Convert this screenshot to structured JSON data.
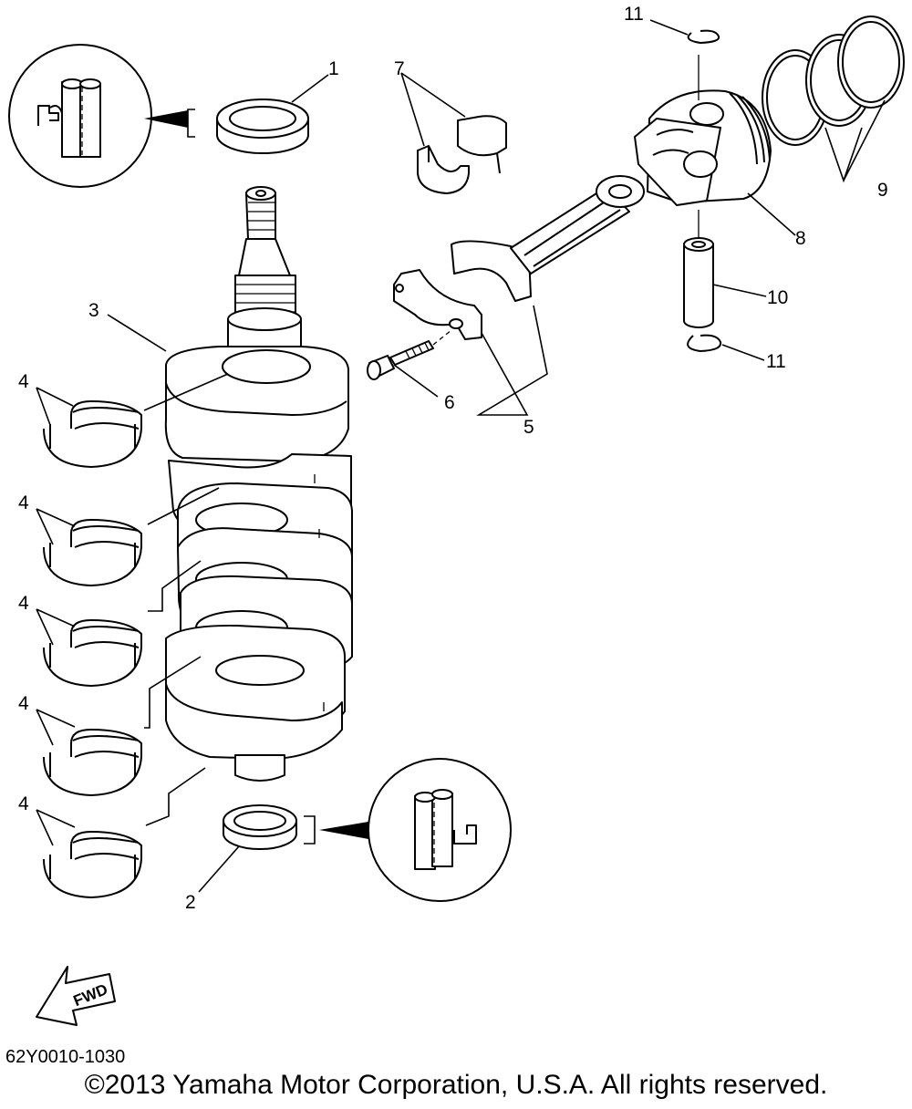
{
  "callouts": {
    "c1": "1",
    "c2": "2",
    "c3": "3",
    "c4a": "4",
    "c4b": "4",
    "c4c": "4",
    "c4d": "4",
    "c4e": "4",
    "c5": "5",
    "c6": "6",
    "c7": "7",
    "c8": "8",
    "c9": "9",
    "c10": "10",
    "c11a": "11",
    "c11b": "11"
  },
  "fwd_label": "FWD",
  "diagram_code": "62Y0010-1030",
  "copyright": "©2013 Yamaha Motor Corporation, U.S.A. All rights reserved."
}
